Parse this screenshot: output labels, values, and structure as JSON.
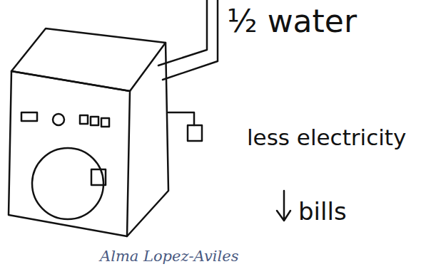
{
  "diagram": {
    "labels": [
      "½ water",
      "less electricity",
      "bills",
      "Alma Lopez-Aviles"
    ]
  }
}
